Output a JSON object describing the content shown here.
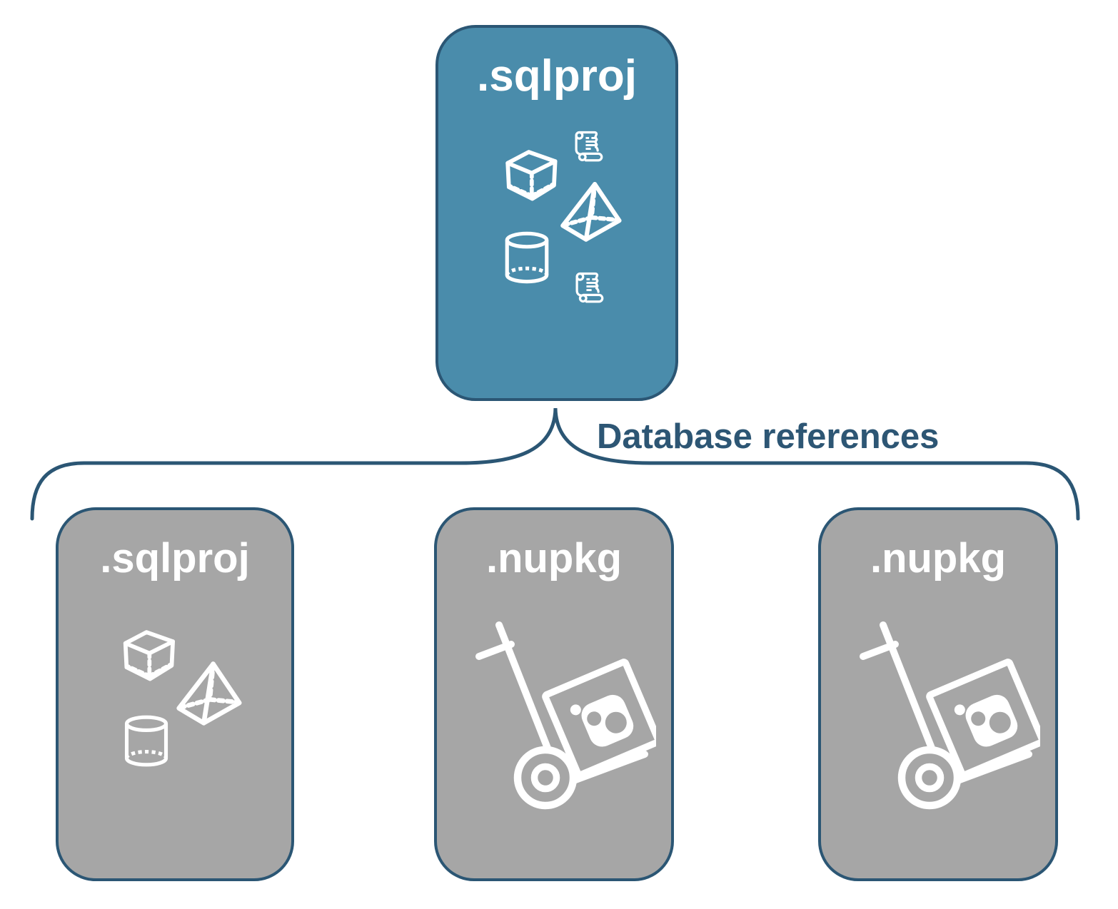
{
  "colors": {
    "root_fill": "#4a8cab",
    "child_fill": "#a6a6a6",
    "outline": "#2b5674",
    "label_text": "#2d5674",
    "icon_stroke": "#ffffff",
    "background": "#ffffff"
  },
  "root_node": {
    "label": ".sqlproj",
    "icons": [
      "scroll-icon",
      "cube-icon",
      "pyramid-icon",
      "cylinder-icon",
      "scroll-icon"
    ]
  },
  "connector": {
    "type": "curly-brace",
    "label": "Database references"
  },
  "child_nodes": [
    {
      "label": ".sqlproj",
      "icons": [
        "cube-icon",
        "pyramid-icon",
        "cylinder-icon"
      ]
    },
    {
      "label": ".nupkg",
      "icons": [
        "nuget-dolly-icon"
      ]
    },
    {
      "label": ".nupkg",
      "icons": [
        "nuget-dolly-icon"
      ]
    }
  ]
}
